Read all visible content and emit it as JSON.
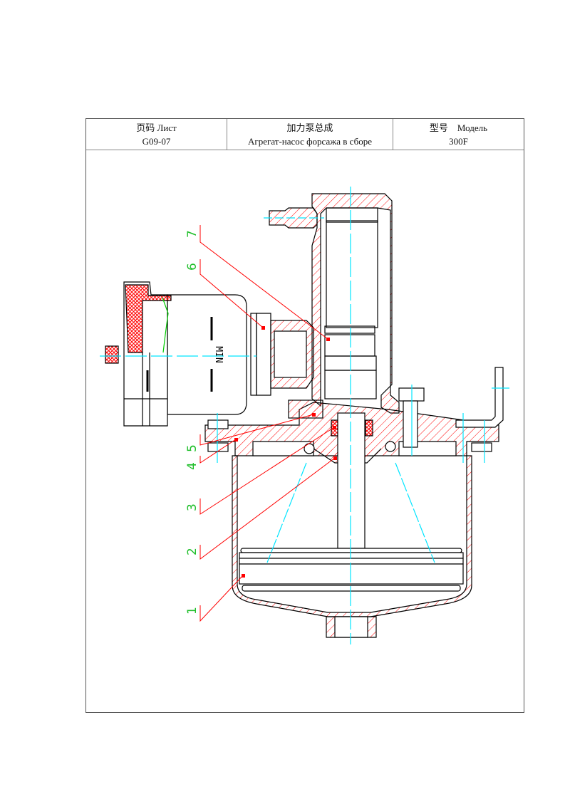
{
  "header": {
    "page_label": "页码 Лист",
    "page_number": "G09-07",
    "title_cn": "加力泵总成",
    "title_ru": "Агрегат-насос форсажа в сборе",
    "model_label": "型号    Модель",
    "model_value": "300F"
  },
  "drawing": {
    "reservoir_text": "MIN",
    "callouts": [
      "1",
      "2",
      "3",
      "4",
      "5",
      "6",
      "7"
    ]
  },
  "colors": {
    "hatch": "#ff0000",
    "centerline": "#00e5ff",
    "leader": "#ff0000",
    "callout": "#1fbf2a"
  }
}
